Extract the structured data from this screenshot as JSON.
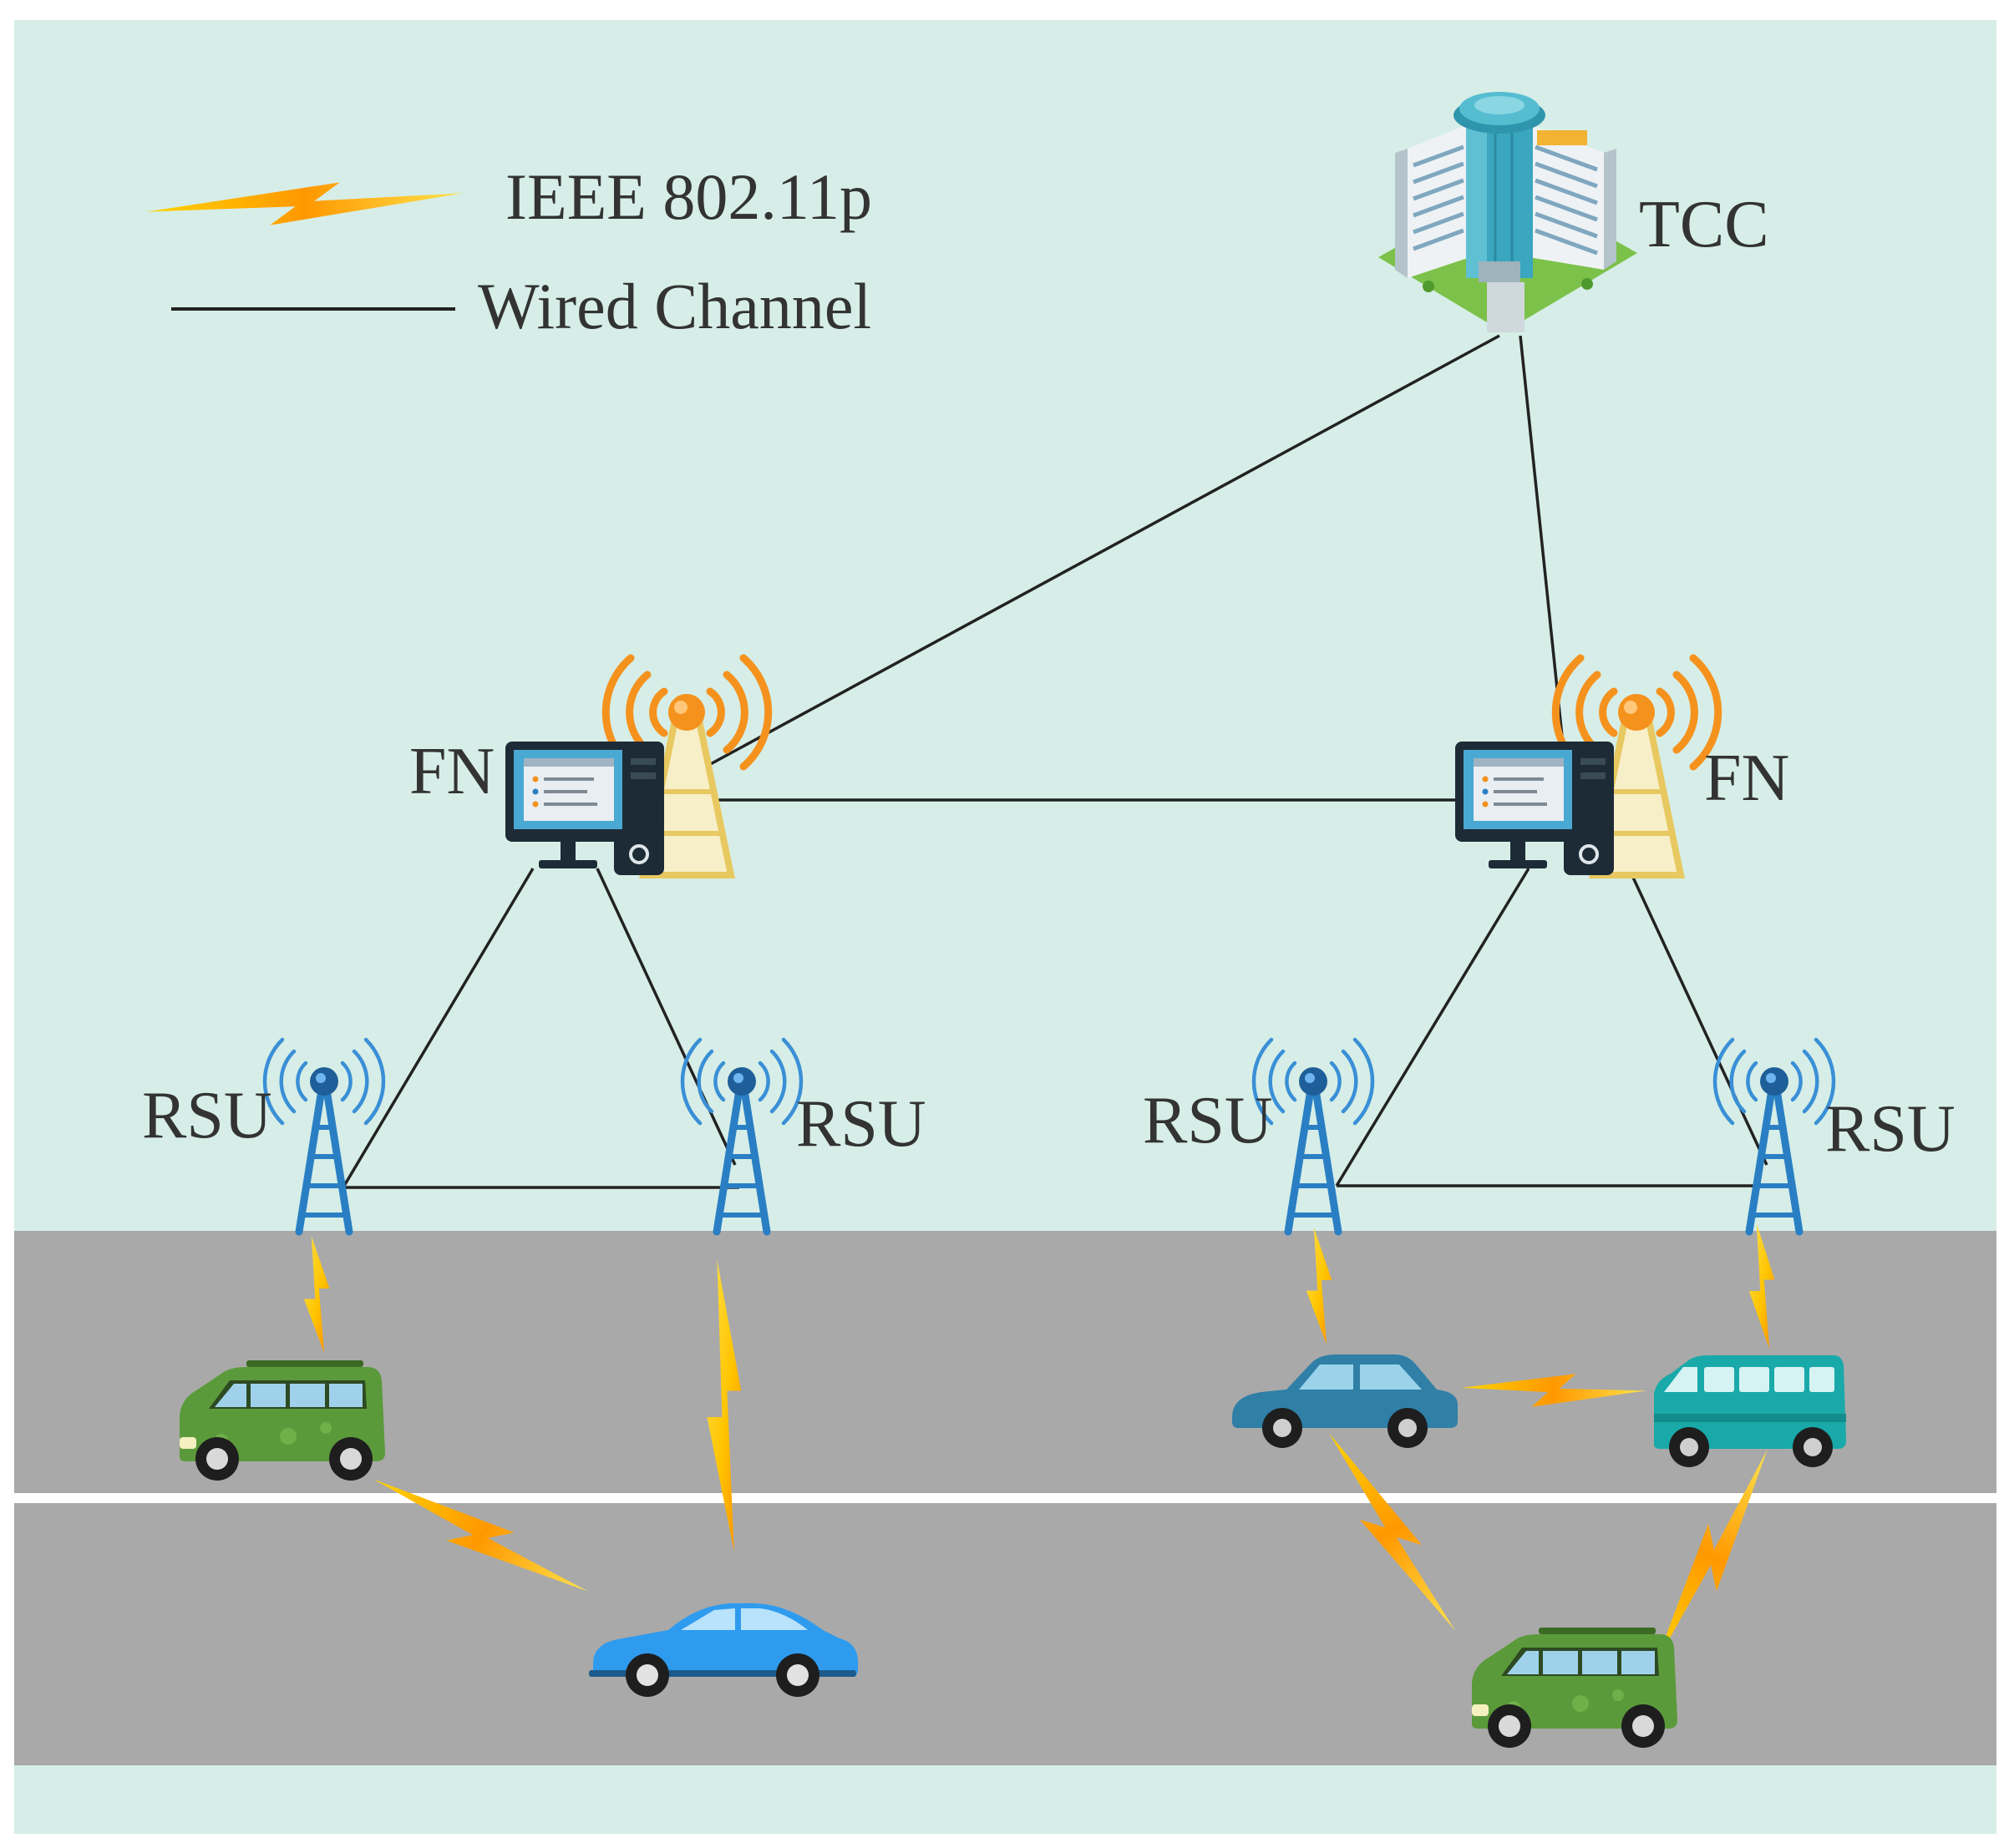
{
  "legend": {
    "wireless_label": "IEEE 802.11p",
    "wired_label": "Wired Channel"
  },
  "nodes": {
    "tcc_label": "TCC",
    "fn_left_label": "FN",
    "fn_right_label": "FN",
    "rsu_1_label": "RSU",
    "rsu_2_label": "RSU",
    "rsu_3_label": "RSU",
    "rsu_4_label": "RSU"
  },
  "colors": {
    "sky": "#d6eee7",
    "road": "#a9a9a9",
    "lane_line": "#ffffff",
    "wire": "#222222",
    "bolt_yellow": "#ffd21a",
    "bolt_orange": "#ff9a00",
    "rsu_blue": "#2a7fc4",
    "fn_orange": "#f5921e",
    "van_green": "#5b9a3a",
    "car_blue": "#2e9bef",
    "car_steel": "#2f7fa6",
    "van_teal": "#1aa9a9"
  },
  "icons": {
    "tcc": "office-building-icon",
    "fn": "computer-with-antenna-icon",
    "rsu": "radio-tower-icon",
    "wireless": "lightning-bolt-icon"
  }
}
